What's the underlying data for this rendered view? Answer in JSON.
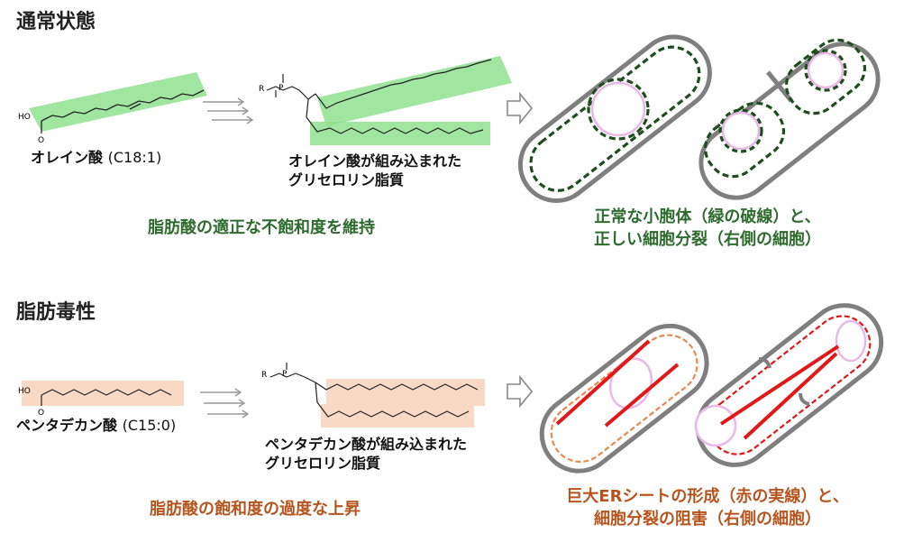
{
  "normal": {
    "title": "通常状態",
    "fatty_acid_label": "オレイン酸",
    "fatty_acid_formula": "(C18:1)",
    "phospholipid_label_line1": "オレイン酸が組み込まれた",
    "phospholipid_label_line2": "グリセロリン脂質",
    "caption": "脂肪酸の適正な不飽和度を維持",
    "result_line1": "正常な小胞体（緑の破線）と、",
    "result_line2": "正しい細胞分裂（右側の細胞）"
  },
  "toxic": {
    "title": "脂肪毒性",
    "fatty_acid_label": "ペンタデカン酸",
    "fatty_acid_formula": "(C15:0)",
    "phospholipid_label_line1": "ペンタデカン酸が組み込まれた",
    "phospholipid_label_line2": "グリセロリン脂質",
    "caption": "脂肪酸の飽和度の過度な上昇",
    "result_line1": "巨大ERシートの形成（赤の実線）と、",
    "result_line2": "細胞分裂の阻害（右側の細胞）"
  },
  "chem_labels": {
    "ho": "HO",
    "o": "O",
    "r": "R",
    "p": "P"
  },
  "colors": {
    "green_highlight": "#8fe08f",
    "peach_highlight": "#f8d9c6",
    "green_er": "#1f4d1f",
    "red_er": "#e01818",
    "cell_wall": "#7f7f7f",
    "nucleus": "#e8b8e6",
    "green_text": "#2e6b2f",
    "brown_text": "#b5551e"
  }
}
